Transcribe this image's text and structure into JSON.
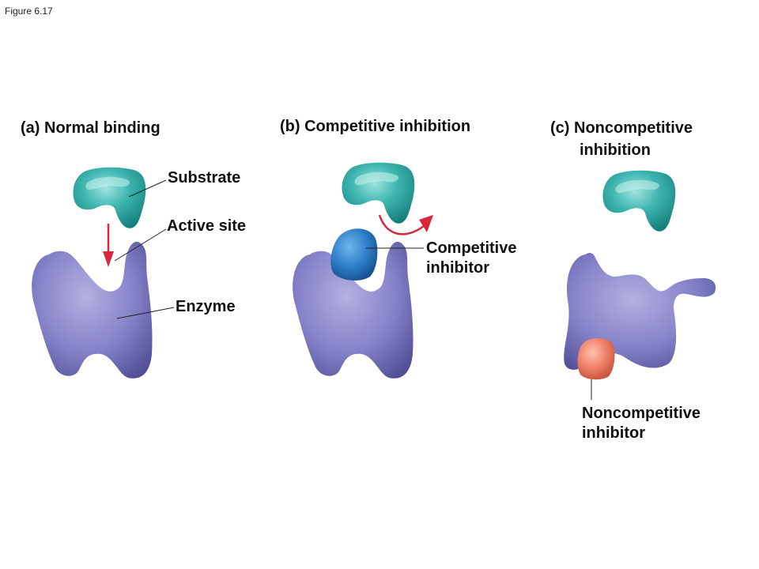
{
  "figure": {
    "label": "Figure 6.17"
  },
  "panels": [
    {
      "title_line1": "(a) Normal binding"
    },
    {
      "title_line1": "(b) Competitive inhibition"
    },
    {
      "title_line1": "(c) Noncompetitive",
      "title_line2": "inhibition"
    }
  ],
  "labels": {
    "substrate": "Substrate",
    "active_site": "Active site",
    "enzyme": "Enzyme",
    "competitive_line1": "Competitive",
    "competitive_line2": "inhibitor",
    "noncompetitive_line1": "Noncompetitive",
    "noncompetitive_line2": "inhibitor"
  },
  "colors": {
    "substrate": "#2fa9a3",
    "enzyme": "#7c78c0",
    "competitive_inhibitor": "#2f7fc8",
    "noncompetitive_inhibitor": "#ee8068",
    "arrow": "#d6283a"
  }
}
